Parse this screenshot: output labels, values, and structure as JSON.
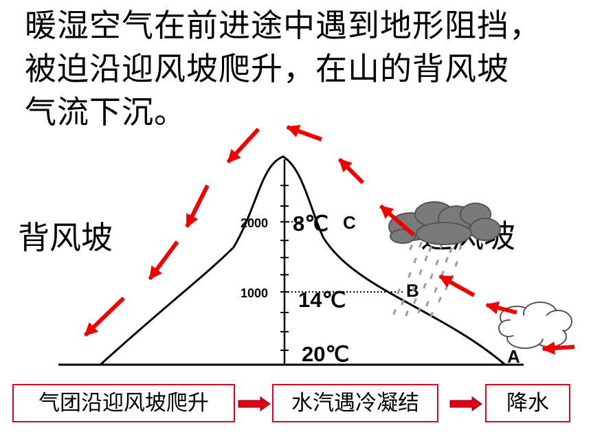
{
  "heading": {
    "line1": "暖湿空气在前进途中遇到地形阻挡，",
    "line2": "被迫沿迎风坡爬升，在山的背风坡",
    "line3": "气流下沉。"
  },
  "diagram": {
    "leeward_label": "背风坡",
    "windward_label": "迎风坡",
    "altitudes": [
      "2000",
      "1000"
    ],
    "temperatures": [
      "8℃",
      "14℃",
      "20℃"
    ],
    "points": [
      "C",
      "B",
      "A"
    ],
    "colors": {
      "arrow": "#f00000",
      "mountain": "#000000",
      "cloud": "#7a7a7a",
      "box_border": "#e0001a"
    },
    "icons": [
      "rain-cloud-icon",
      "white-cloud-icon",
      "wind-arrow-icon"
    ]
  },
  "flow": {
    "step1": "气团沿迎风坡爬升",
    "step2": "水汽遇冷凝结",
    "step3": "降水"
  }
}
